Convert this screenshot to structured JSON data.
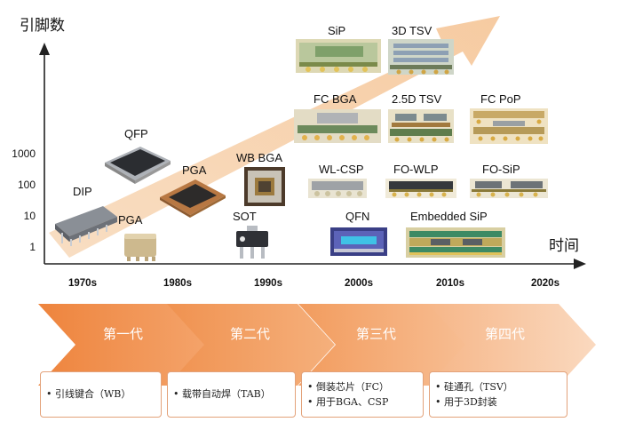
{
  "axes": {
    "y_title": "引脚数",
    "x_title": "时间",
    "y_ticks": [
      "1000",
      "100",
      "10",
      "1"
    ],
    "x_ticks": [
      "1970s",
      "1980s",
      "1990s",
      "2000s",
      "2010s",
      "2020s"
    ]
  },
  "packages": {
    "dip": "DIP",
    "qfp": "QFP",
    "pga_1970": "PGA",
    "pga_1980": "PGA",
    "wb_bga": "WB BGA",
    "sot": "SOT",
    "sip": "SiP",
    "tsv3d": "3D TSV",
    "fc_bga": "FC BGA",
    "tsv25d": "2.5D TSV",
    "fc_pop": "FC PoP",
    "wl_csp": "WL-CSP",
    "fo_wlp": "FO-WLP",
    "fo_sip": "FO-SiP",
    "qfn": "QFN",
    "embedded_sip": "Embedded  SiP"
  },
  "generations": [
    {
      "label": "第一代"
    },
    {
      "label": "第二代"
    },
    {
      "label": "第三代"
    },
    {
      "label": "第四代"
    }
  ],
  "descriptions": [
    {
      "lines": [
        "• 引线键合（WB）"
      ]
    },
    {
      "lines": [
        "• 载带自动焊（TAB）"
      ]
    },
    {
      "lines": [
        "• 倒装芯片（FC）",
        "• 用于BGA、CSP"
      ]
    },
    {
      "lines": [
        "• 硅通孔（TSV）",
        "• 用于3D封装"
      ]
    }
  ],
  "colors": {
    "arrow": "#f6cfa8",
    "chevron_dark": "#ef8c48",
    "chevron_light": "#fad5b7",
    "box_border": "#e3a27a"
  }
}
